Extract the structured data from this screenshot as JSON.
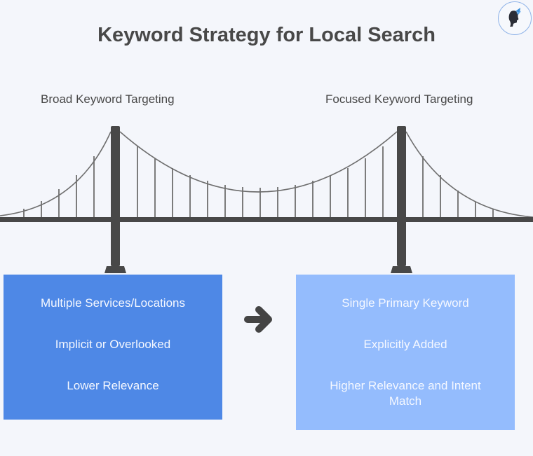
{
  "title": "Keyword Strategy for Local Search",
  "logo": {
    "icon": "silhouette-butterfly-logo"
  },
  "bridge": {
    "left_tower_label": "Broad Keyword Targeting",
    "right_tower_label": "Focused Keyword Targeting",
    "color": "#484848"
  },
  "left_box": {
    "color": "#4e88e6",
    "items": [
      "Multiple Services/Locations",
      "Implicit or Overlooked",
      "Lower Relevance"
    ]
  },
  "right_box": {
    "color": "#94bcfd",
    "items": [
      "Single Primary Keyword",
      "Explicitly Added",
      "Higher Relevance and Intent Match"
    ]
  },
  "arrow": {
    "icon": "arrow-right-icon",
    "direction": "left-to-right"
  }
}
